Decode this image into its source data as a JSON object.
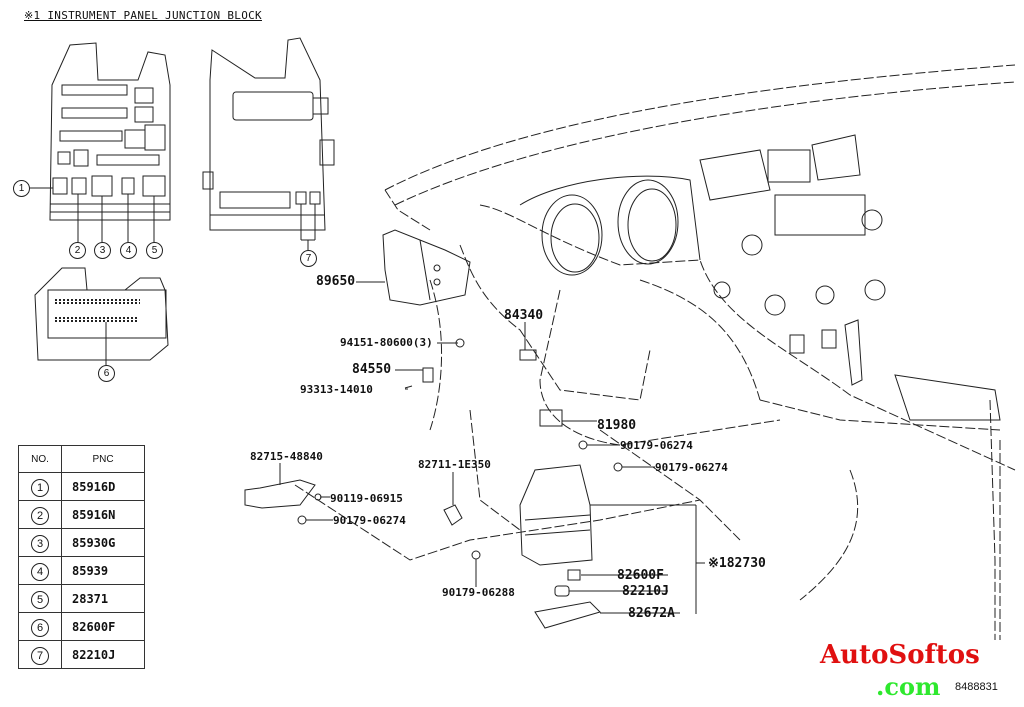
{
  "diagram": {
    "title": "※1 INSTRUMENT PANEL JUNCTION BLOCK",
    "inset_badges": [
      "1",
      "2",
      "3",
      "4",
      "5",
      "6",
      "7"
    ],
    "callouts": {
      "c89650": "89650",
      "c94151": "94151-80600(3)",
      "c84550": "84550",
      "c93313": "93313-14010",
      "c84340": "84340",
      "c81980": "81980",
      "c90179a": "90179-06274",
      "c90179b": "90179-06274",
      "c82715": "82715-48840",
      "c82711": "82711-1E350",
      "c90119": "90119-06915",
      "c90179c": "90179-06274",
      "c90179d": "90179-06288",
      "c182730": "※182730",
      "c82600F": "82600F",
      "c82210J": "82210J",
      "c82672A": "82672A"
    },
    "pnc_table": {
      "headers": [
        "NO.",
        "PNC"
      ],
      "rows": [
        {
          "no": "1",
          "pnc": "85916D"
        },
        {
          "no": "2",
          "pnc": "85916N"
        },
        {
          "no": "3",
          "pnc": "85930G"
        },
        {
          "no": "4",
          "pnc": "85939"
        },
        {
          "no": "5",
          "pnc": "28371"
        },
        {
          "no": "6",
          "pnc": "82600F"
        },
        {
          "no": "7",
          "pnc": "82210J"
        }
      ]
    }
  },
  "watermark": {
    "brand": "AutoSoftos",
    "domain": ".com",
    "diagram_id": "8488831",
    "brand_color": "#e01010",
    "domain_color": "#2ee82e"
  }
}
